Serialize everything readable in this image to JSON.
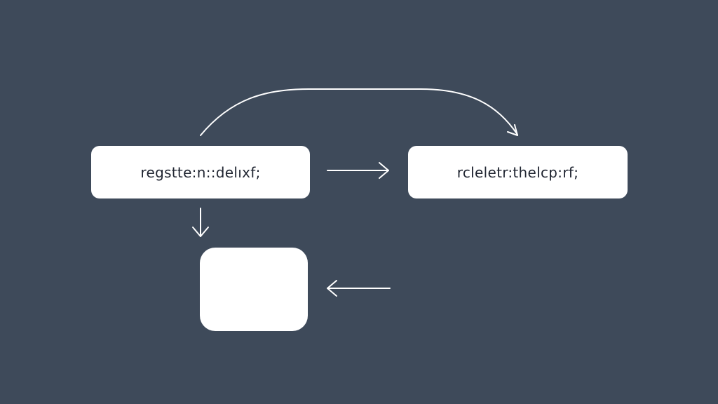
{
  "diagram": {
    "background_color": "#3e4a5a",
    "node_color": "#ffffff",
    "nodes": {
      "left": {
        "label": "regstte:n::delıxf;"
      },
      "right": {
        "label": "rcleletr:thelcp:rf;"
      },
      "bottom": {
        "label": ""
      }
    },
    "edges": [
      {
        "from": "left",
        "to": "right",
        "style": "curved-arrow-over"
      },
      {
        "from": "left",
        "to": "right",
        "style": "straight-arrow"
      },
      {
        "from": "left",
        "to": "bottom",
        "style": "straight-arrow-down"
      },
      {
        "from": "right",
        "to": "bottom",
        "style": "straight-arrow-left"
      }
    ]
  }
}
